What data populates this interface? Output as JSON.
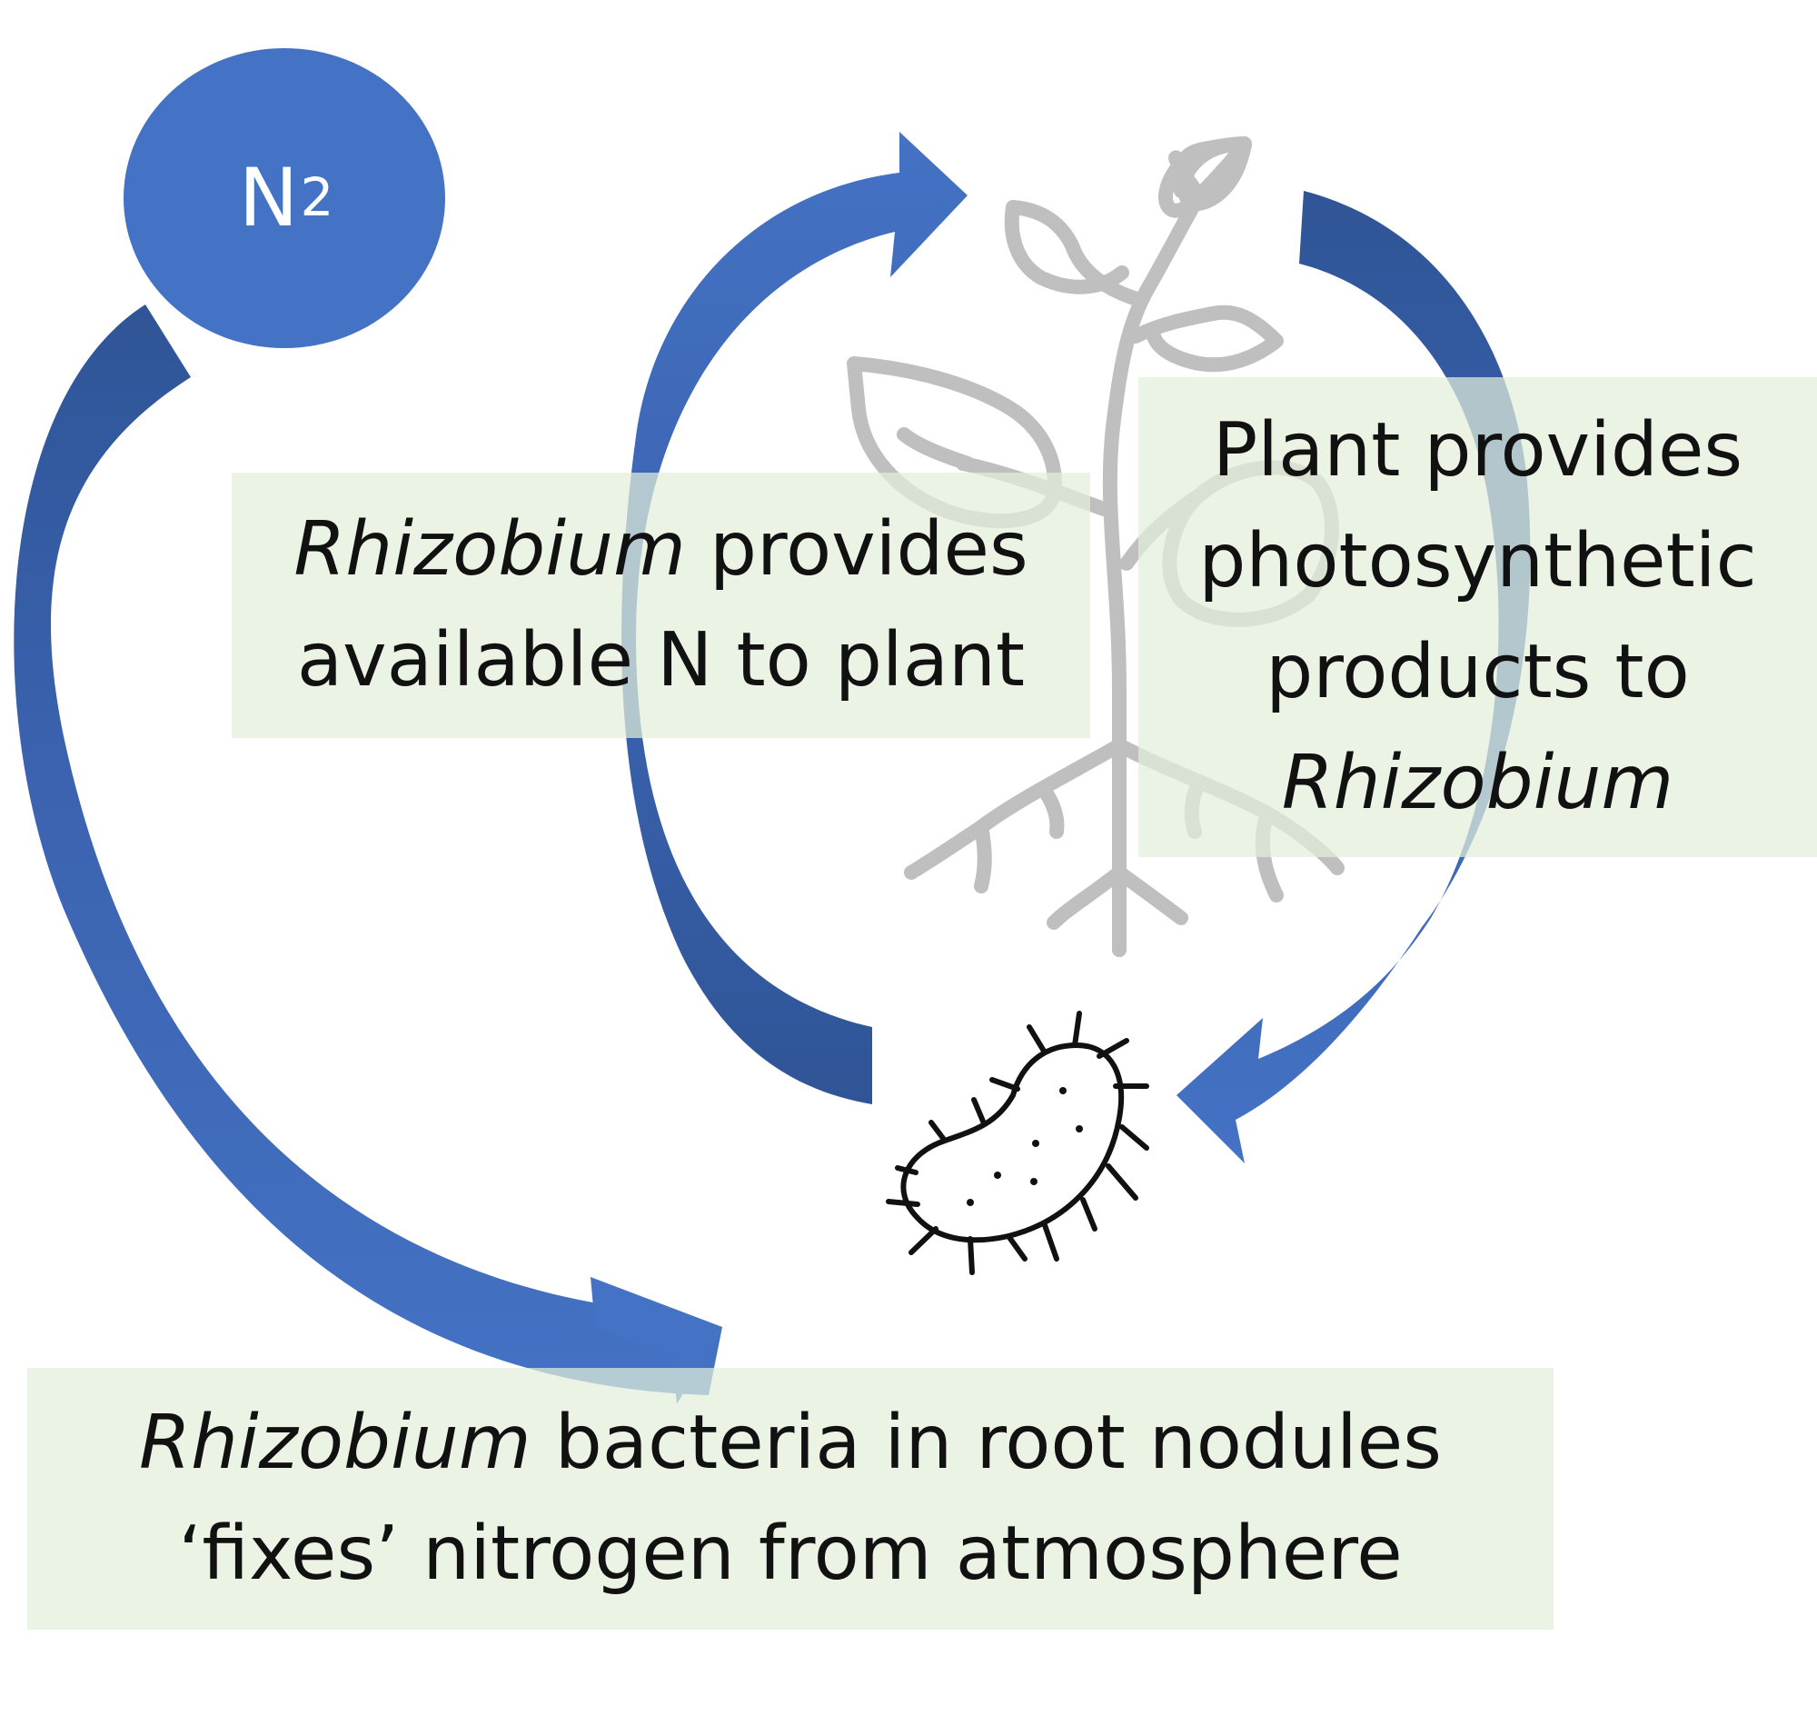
{
  "diagram": {
    "n2_node": {
      "symbol": "N",
      "subscript": "2"
    },
    "box_n_to_plant": {
      "line1_italic": "Rhizobium",
      "line1_rest": " provides",
      "line2": "available N to plant"
    },
    "box_plant_to_rhizobium": {
      "line1": "Plant provides",
      "line2": "photosynthetic",
      "line3": "products to",
      "line4_italic": "Rhizobium"
    },
    "box_fixation": {
      "line1_italic": "Rhizobium",
      "line1_rest": " bacteria in root nodules",
      "line2": "‘fixes’ nitrogen from atmosphere"
    },
    "icons": [
      "plant-seedling-icon",
      "bacterium-icon"
    ],
    "colors": {
      "arrow_blue": "#4472c4",
      "arrow_dark": "#2f5597",
      "box_fill": "#e2efda",
      "plant_gray": "#bfbfbf",
      "bacterium_outline": "#111111"
    }
  }
}
